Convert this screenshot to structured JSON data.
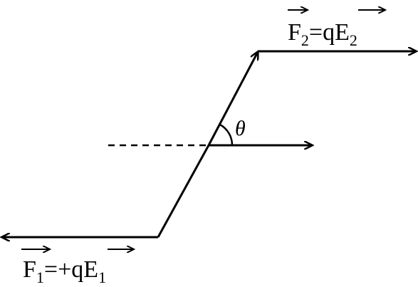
{
  "labels": {
    "f2": {
      "force": "F",
      "force_sub": "2",
      "eq": "=",
      "prefix": "q",
      "field": "E",
      "field_sub": "2"
    },
    "f1": {
      "force": "F",
      "force_sub": "1",
      "eq": "=",
      "prefix": "+q",
      "field": "E",
      "field_sub": "1"
    },
    "angle": "θ"
  },
  "colors": {
    "stroke": "#000000",
    "background": "#ffffff"
  }
}
